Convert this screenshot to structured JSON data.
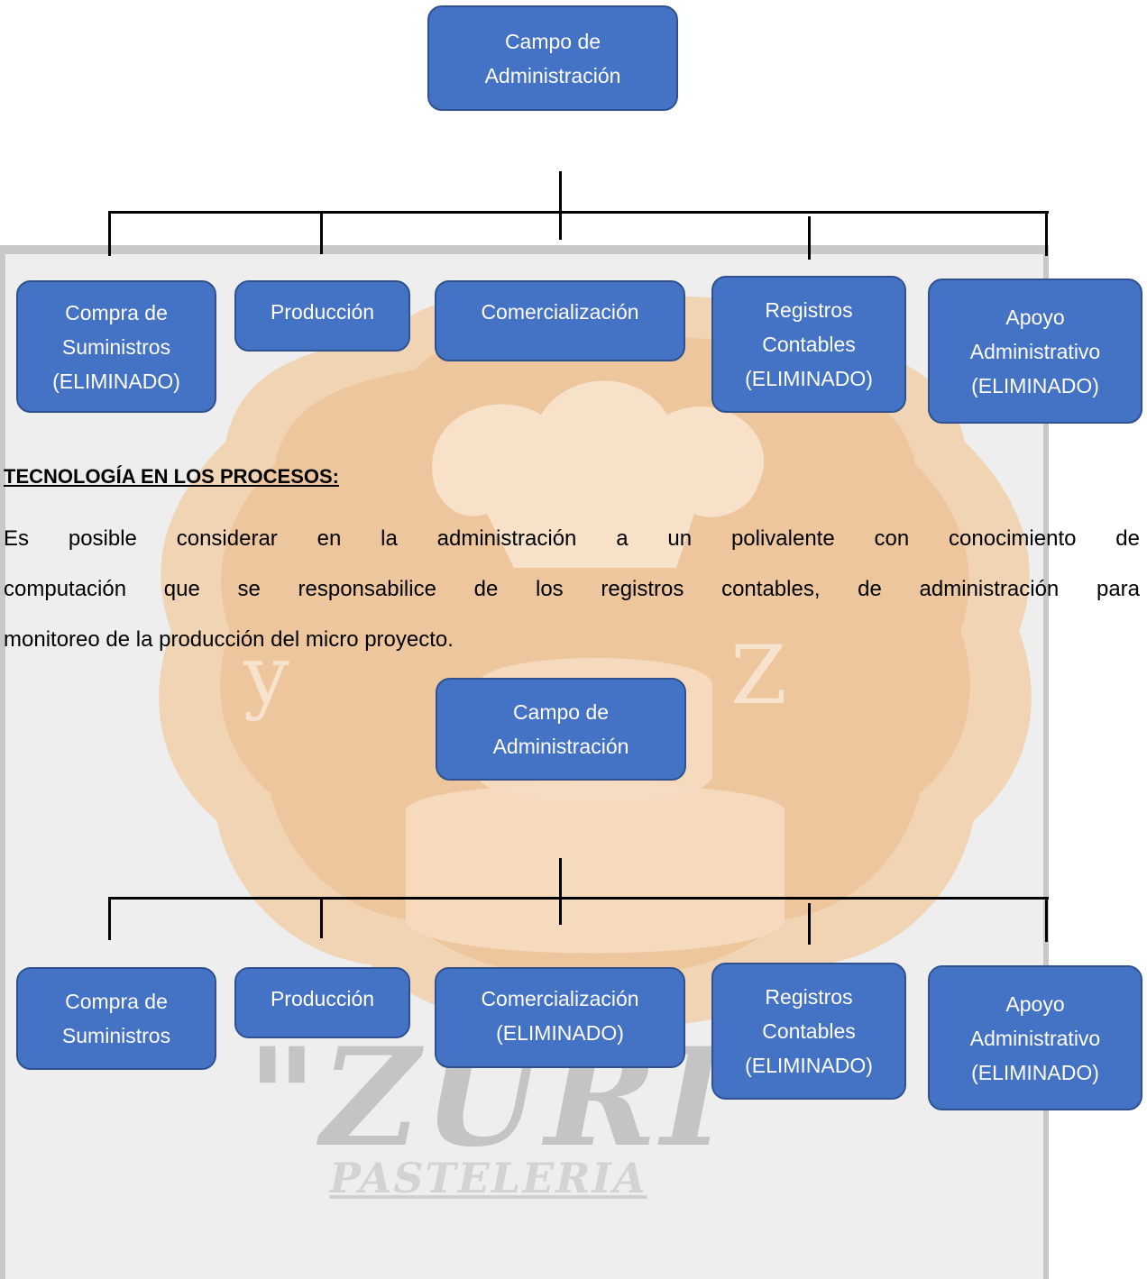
{
  "watermark": {
    "brand": "\"ZURI\"",
    "subtitle": "PASTELERIA",
    "colors": {
      "seal": "#e8b070",
      "seal_fill": "#f3d2b0"
    }
  },
  "diagram1": {
    "root": "Campo de\nAdministración",
    "children": [
      {
        "label": "Compra de\nSuministros\n(ELIMINADO)"
      },
      {
        "label": "Producción"
      },
      {
        "label": "Comercialización"
      },
      {
        "label": "Registros\nContables\n(ELIMINADO)"
      },
      {
        "label": "Apoyo\nAdministrativo\n(ELIMINADO)"
      }
    ]
  },
  "section": {
    "heading": "TECNOLOGÍA EN LOS PROCESOS:",
    "lines": [
      "Es posible considerar en la administración a un polivalente con conocimiento de",
      "computación que se responsabilice de los registros contables, de administración para",
      "monitoreo de la producción del micro proyecto."
    ]
  },
  "diagram2": {
    "root": "Campo de\nAdministración",
    "children": [
      {
        "label": "Compra de\nSuministros"
      },
      {
        "label": "Producción"
      },
      {
        "label": "Comercialización\n(ELIMINADO)"
      },
      {
        "label": "Registros\nContables\n(ELIMINADO)"
      },
      {
        "label": "Apoyo\nAdministrativo\n(ELIMINADO)"
      }
    ]
  },
  "colors": {
    "box_fill": "#4472c4",
    "box_border": "#2f528f",
    "box_text": "#ffffff",
    "connector": "#000000"
  }
}
